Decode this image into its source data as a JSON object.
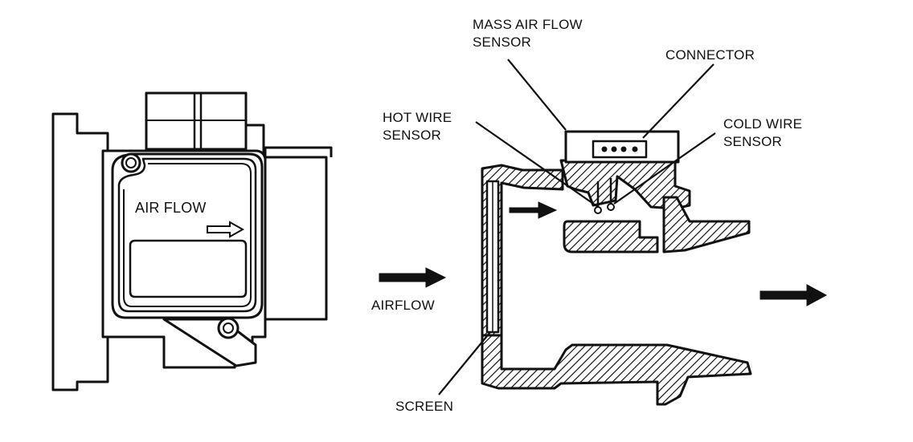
{
  "colors": {
    "ink": "#111111",
    "background": "#ffffff"
  },
  "labels": {
    "airflow_housing": "AIR FLOW",
    "mass_air_flow_sensor_line1": "MASS AIR FLOW",
    "mass_air_flow_sensor_line2": "SENSOR",
    "connector": "CONNECTOR",
    "hot_wire_sensor_line1": "HOT WIRE",
    "hot_wire_sensor_line2": "SENSOR",
    "cold_wire_sensor_line1": "COLD WIRE",
    "cold_wire_sensor_line2": "SENSOR",
    "airflow_inlet": "AIRFLOW",
    "screen": "SCREEN"
  },
  "icons": [
    "airflow-arrow-icon",
    "outline-arrow-icon",
    "mounting-screw-icon"
  ]
}
